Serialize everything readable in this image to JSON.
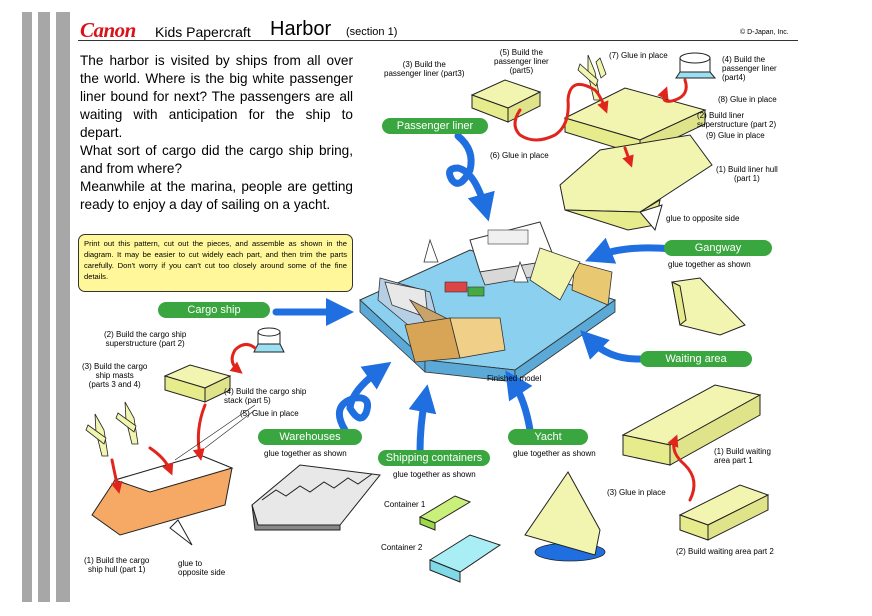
{
  "header": {
    "brand": "Canon",
    "product": "Kids Papercraft",
    "title": "Harbor",
    "section": "(section 1)",
    "copyright": "© D-Japan, Inc."
  },
  "intro": [
    "The harbor is visited by ships from all over the world.  Where is the big white passenger liner bound for next?  The passengers are all waiting with anticipation for the ship to depart.",
    "What sort of cargo did the cargo ship bring, and from where?",
    "Meanwhile at the marina, people are getting ready to enjoy a day of sailing on a yacht."
  ],
  "note": "Print out this pattern, cut out the pieces, and assemble as shown in the diagram.  It may be easier to cut widely each part, and then trim the parts carefully.  Don't worry if you can't cut too closely around some of the fine details.",
  "pills": {
    "passenger_liner": "Passenger liner",
    "cargo_ship": "Cargo ship",
    "warehouses": "Warehouses",
    "shipping_containers": "Shipping containers",
    "yacht": "Yacht",
    "gangway": "Gangway",
    "waiting_area": "Waiting area"
  },
  "finished_model": "Finished model",
  "labels": {
    "liner_step3": "(3) Build the\npassenger liner (part3)",
    "liner_step5": "(5) Build the\npassenger liner\n(part5)",
    "liner_step7": "(7) Glue in place",
    "liner_step4": "(4) Build the\npassenger liner\n(part4)",
    "liner_step8": "(8) Glue in place",
    "liner_step2": "(2) Build liner\nsuperstructure (part 2)",
    "liner_step9": "(9) Glue in place",
    "liner_step6": "(6) Glue in place",
    "liner_step1": "(1) Build liner hull\n(part 1)",
    "liner_glue_opposite": "glue to opposite side",
    "gangway_glue": "glue together as shown",
    "cargo_step2": "(2) Build the cargo ship\nsuperstructure (part 2)",
    "cargo_step3": "(3) Build the cargo\nship masts\n(parts 3 and 4)",
    "cargo_step4": "(4) Build the cargo ship\nstack (part 5)",
    "cargo_step5": "(5) Glue in place",
    "cargo_step1": "(1) Build the cargo\nship hull (part 1)",
    "cargo_glue_opposite": "glue to\nopposite side",
    "warehouses_glue": "glue together as shown",
    "containers_glue": "glue together as shown",
    "container1": "Container 1",
    "container2": "Container 2",
    "yacht_glue": "glue together as shown",
    "waiting_step1": "(1) Build waiting\narea part 1",
    "waiting_step3": "(3) Glue in place",
    "waiting_step2": "(2) Build waiting area part 2"
  },
  "colors": {
    "brand_red": "#d8141b",
    "pill_green": "#3aa63f",
    "arrow_blue": "#1f6fe0",
    "paper_yellow": "#f2f5b0",
    "hull_orange": "#f6a865",
    "note_yellow": "#fff79a",
    "glue_red": "#e0251c"
  }
}
